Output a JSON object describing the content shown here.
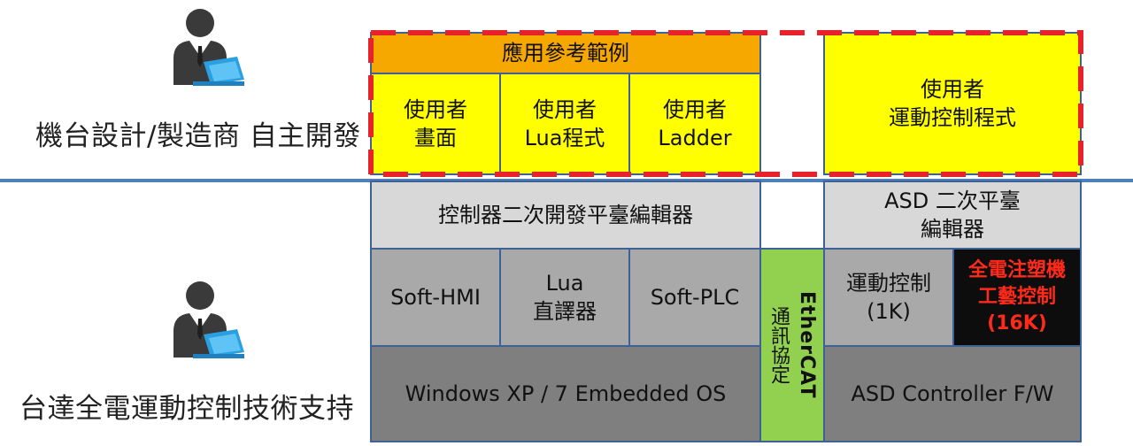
{
  "top_section": {
    "label": "機台設計/製造商 自主開發",
    "header": "應用參考範例",
    "cells": [
      "使用者\n畫面",
      "使用者\nLua程式",
      "使用者\nLadder"
    ],
    "right": "使用者\n運動控制程式"
  },
  "bottom_section": {
    "label": "台達全電運動控制技術支持",
    "editor": "控制器二次開發平臺編輯器",
    "asd_editor": "ASD 二次平臺\n編輯器",
    "modules": [
      "Soft-HMI",
      "Lua\n直譯器",
      "Soft-PLC"
    ],
    "ethercat_latin": "EtherCAT",
    "ethercat_cjk": "通訊協定",
    "motion": "運動控制\n(1K)",
    "injection": "全電注塑機\n工藝控制\n(16K)",
    "os": "Windows XP / 7 Embedded OS",
    "firmware": "ASD Controller F/W"
  },
  "colors": {
    "yellow": "#ffff00",
    "orange": "#f7a800",
    "border": "#3f6296",
    "dashed": "#e8222a",
    "divider": "#4f7fbd",
    "green": "#92d050",
    "red_text": "#ff2a1a"
  },
  "icons": [
    "person-laptop-icon",
    "person-laptop-icon"
  ]
}
